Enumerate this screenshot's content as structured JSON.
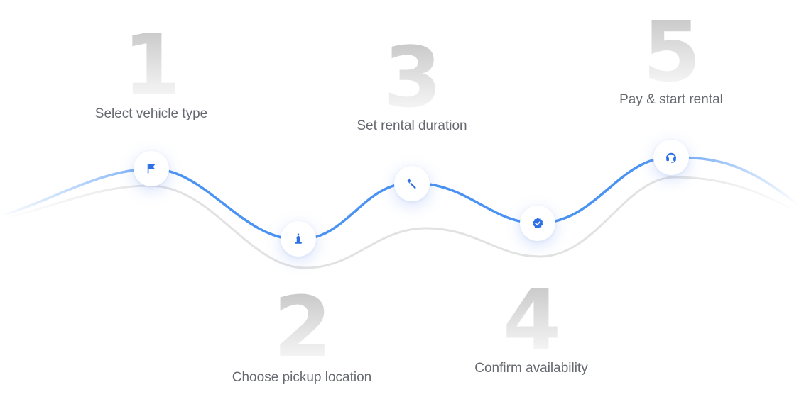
{
  "accent_color": "#2f6fe6",
  "line_color": "#4b93f2",
  "steps": [
    {
      "number": "1",
      "label": "Select vehicle type",
      "icon": "flag-icon"
    },
    {
      "number": "2",
      "label": "Choose pickup location",
      "icon": "chess-bishop-icon"
    },
    {
      "number": "3",
      "label": "Set rental duration",
      "icon": "magic-wand-icon"
    },
    {
      "number": "4",
      "label": "Confirm availability",
      "icon": "badge-check-icon"
    },
    {
      "number": "5",
      "label": "Pay & start rental",
      "icon": "headset-icon"
    }
  ]
}
